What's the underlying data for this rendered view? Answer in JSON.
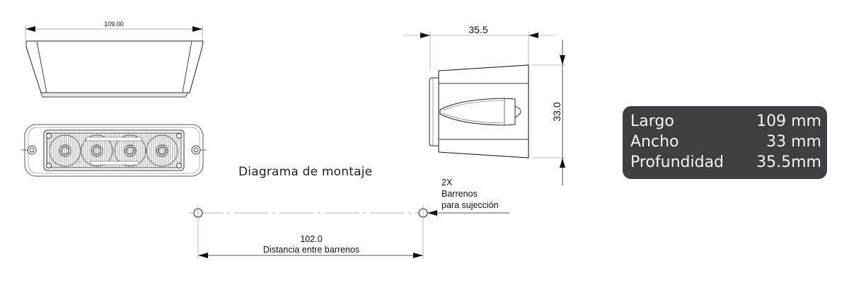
{
  "drawing": {
    "top_view": {
      "width_label": "109.00"
    },
    "side_view": {
      "depth_label": "35.5",
      "height_label": "33.0"
    },
    "mounting": {
      "title": "Diagrama de montaje",
      "note_lines": [
        "2X",
        "Barrenos",
        "para sujección"
      ],
      "distance_value": "102.0",
      "distance_label": "Distancia entre barrenos"
    }
  },
  "specs": {
    "rows": [
      {
        "label": "Largo",
        "value": "109 mm"
      },
      {
        "label": "Ancho",
        "value": "33 mm"
      },
      {
        "label": "Profundidad",
        "value": "35.5mm"
      }
    ],
    "background": "#3d3f41",
    "text_color": "#f4f4f4"
  }
}
